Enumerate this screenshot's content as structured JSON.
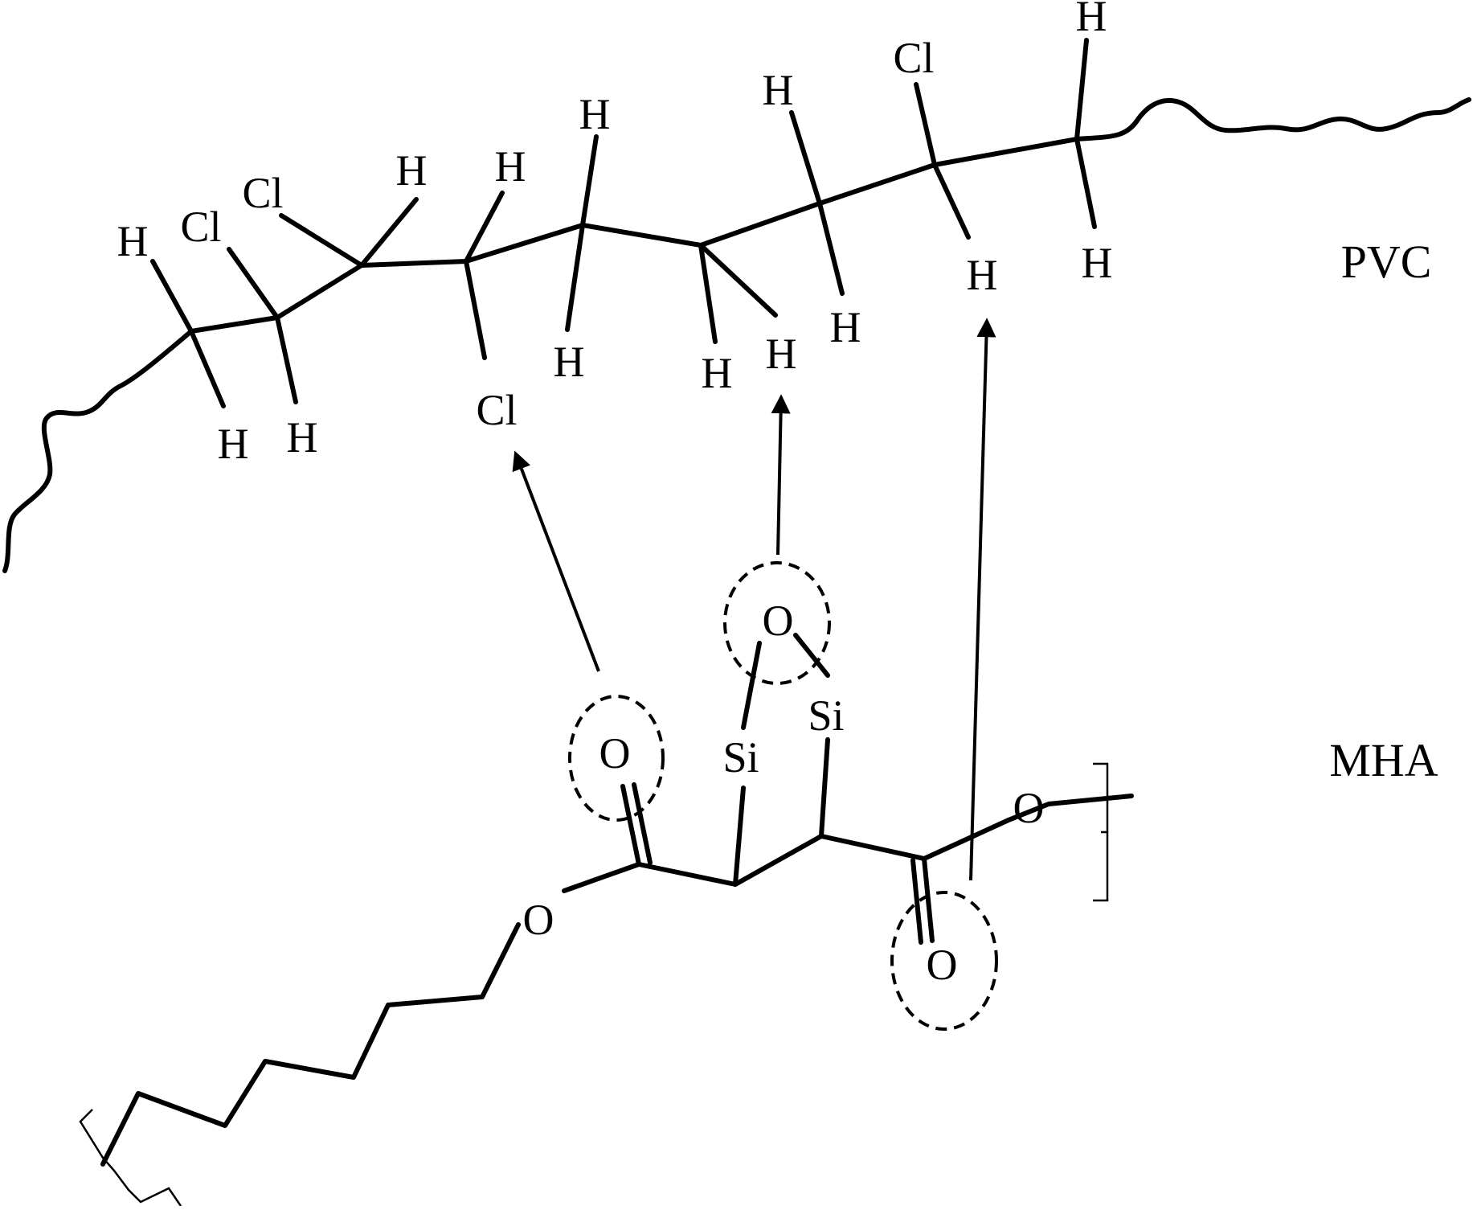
{
  "labels": {
    "pvc": "PVC",
    "mha": "MHA"
  },
  "pvc_atoms": [
    {
      "id": "h1",
      "text": "H"
    },
    {
      "id": "cl1",
      "text": "Cl"
    },
    {
      "id": "h2",
      "text": "H"
    },
    {
      "id": "h3",
      "text": "H"
    },
    {
      "id": "cl2",
      "text": "Cl"
    },
    {
      "id": "h4",
      "text": "H"
    },
    {
      "id": "h5",
      "text": "H"
    },
    {
      "id": "cl3",
      "text": "Cl"
    },
    {
      "id": "h6",
      "text": "H"
    },
    {
      "id": "h7",
      "text": "H"
    },
    {
      "id": "h8",
      "text": "H"
    },
    {
      "id": "h9",
      "text": "H"
    },
    {
      "id": "h10",
      "text": "H"
    },
    {
      "id": "h11",
      "text": "H"
    },
    {
      "id": "cl4",
      "text": "Cl"
    },
    {
      "id": "h12",
      "text": "H"
    },
    {
      "id": "h13",
      "text": "H"
    },
    {
      "id": "h14",
      "text": "H"
    }
  ],
  "mha_atoms": [
    {
      "id": "o_ring1",
      "text": "O"
    },
    {
      "id": "si1",
      "text": "Si"
    },
    {
      "id": "o_ring2",
      "text": "O"
    },
    {
      "id": "si2",
      "text": "Si"
    },
    {
      "id": "o_ester1",
      "text": "O"
    },
    {
      "id": "o_ring3",
      "text": "O"
    },
    {
      "id": "o_ester2",
      "text": "O"
    }
  ],
  "colors": {
    "ink": "#000000",
    "background": "#ffffff"
  }
}
